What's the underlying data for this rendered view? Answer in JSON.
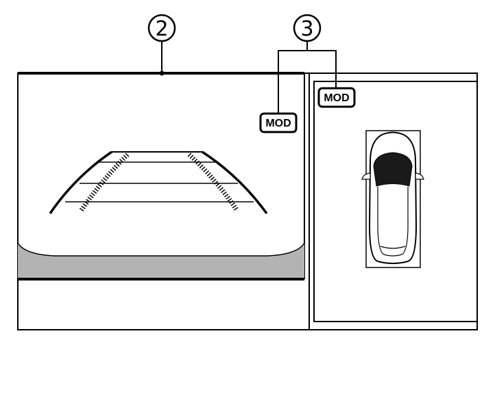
{
  "callouts": {
    "rear_view_marker": "2",
    "mod_indicator_marker": "3"
  },
  "mod_indicators": {
    "rear_view_label": "MOD",
    "top_view_label": "MOD"
  },
  "colors": {
    "line": "#000000",
    "background": "#ffffff",
    "bumper_band": "#b3b3b3",
    "windshield": "#1a1a1a"
  },
  "icons": {
    "vehicle_top_view": "car-top-view-icon"
  }
}
